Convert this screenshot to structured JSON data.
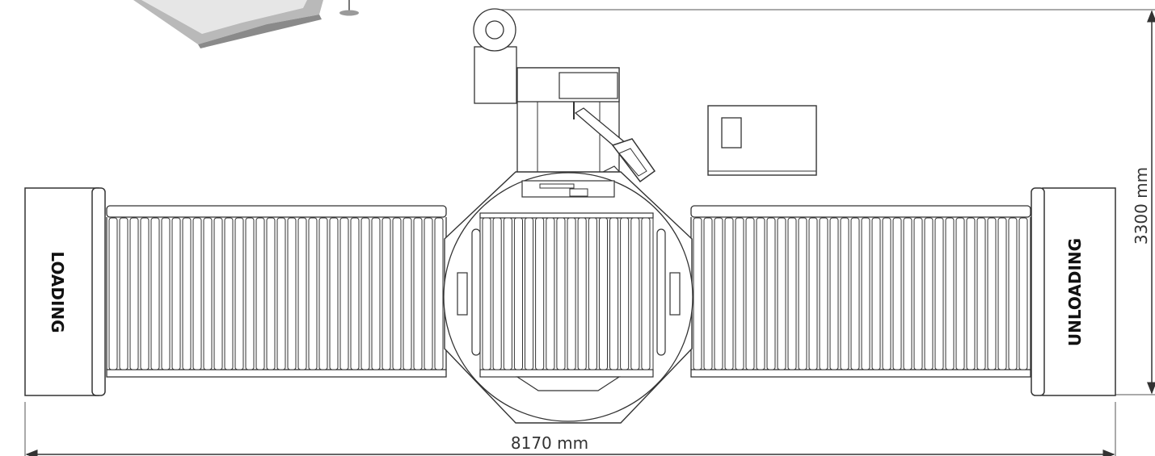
{
  "labels": {
    "loading": "LOADING",
    "unloading": "UNLOADING"
  },
  "dimensions": {
    "width": "8170 mm",
    "height": "3300 mm"
  },
  "colors": {
    "line": "#333333",
    "fill_light": "#ececec",
    "fill_dark": "#5a5a5a"
  }
}
